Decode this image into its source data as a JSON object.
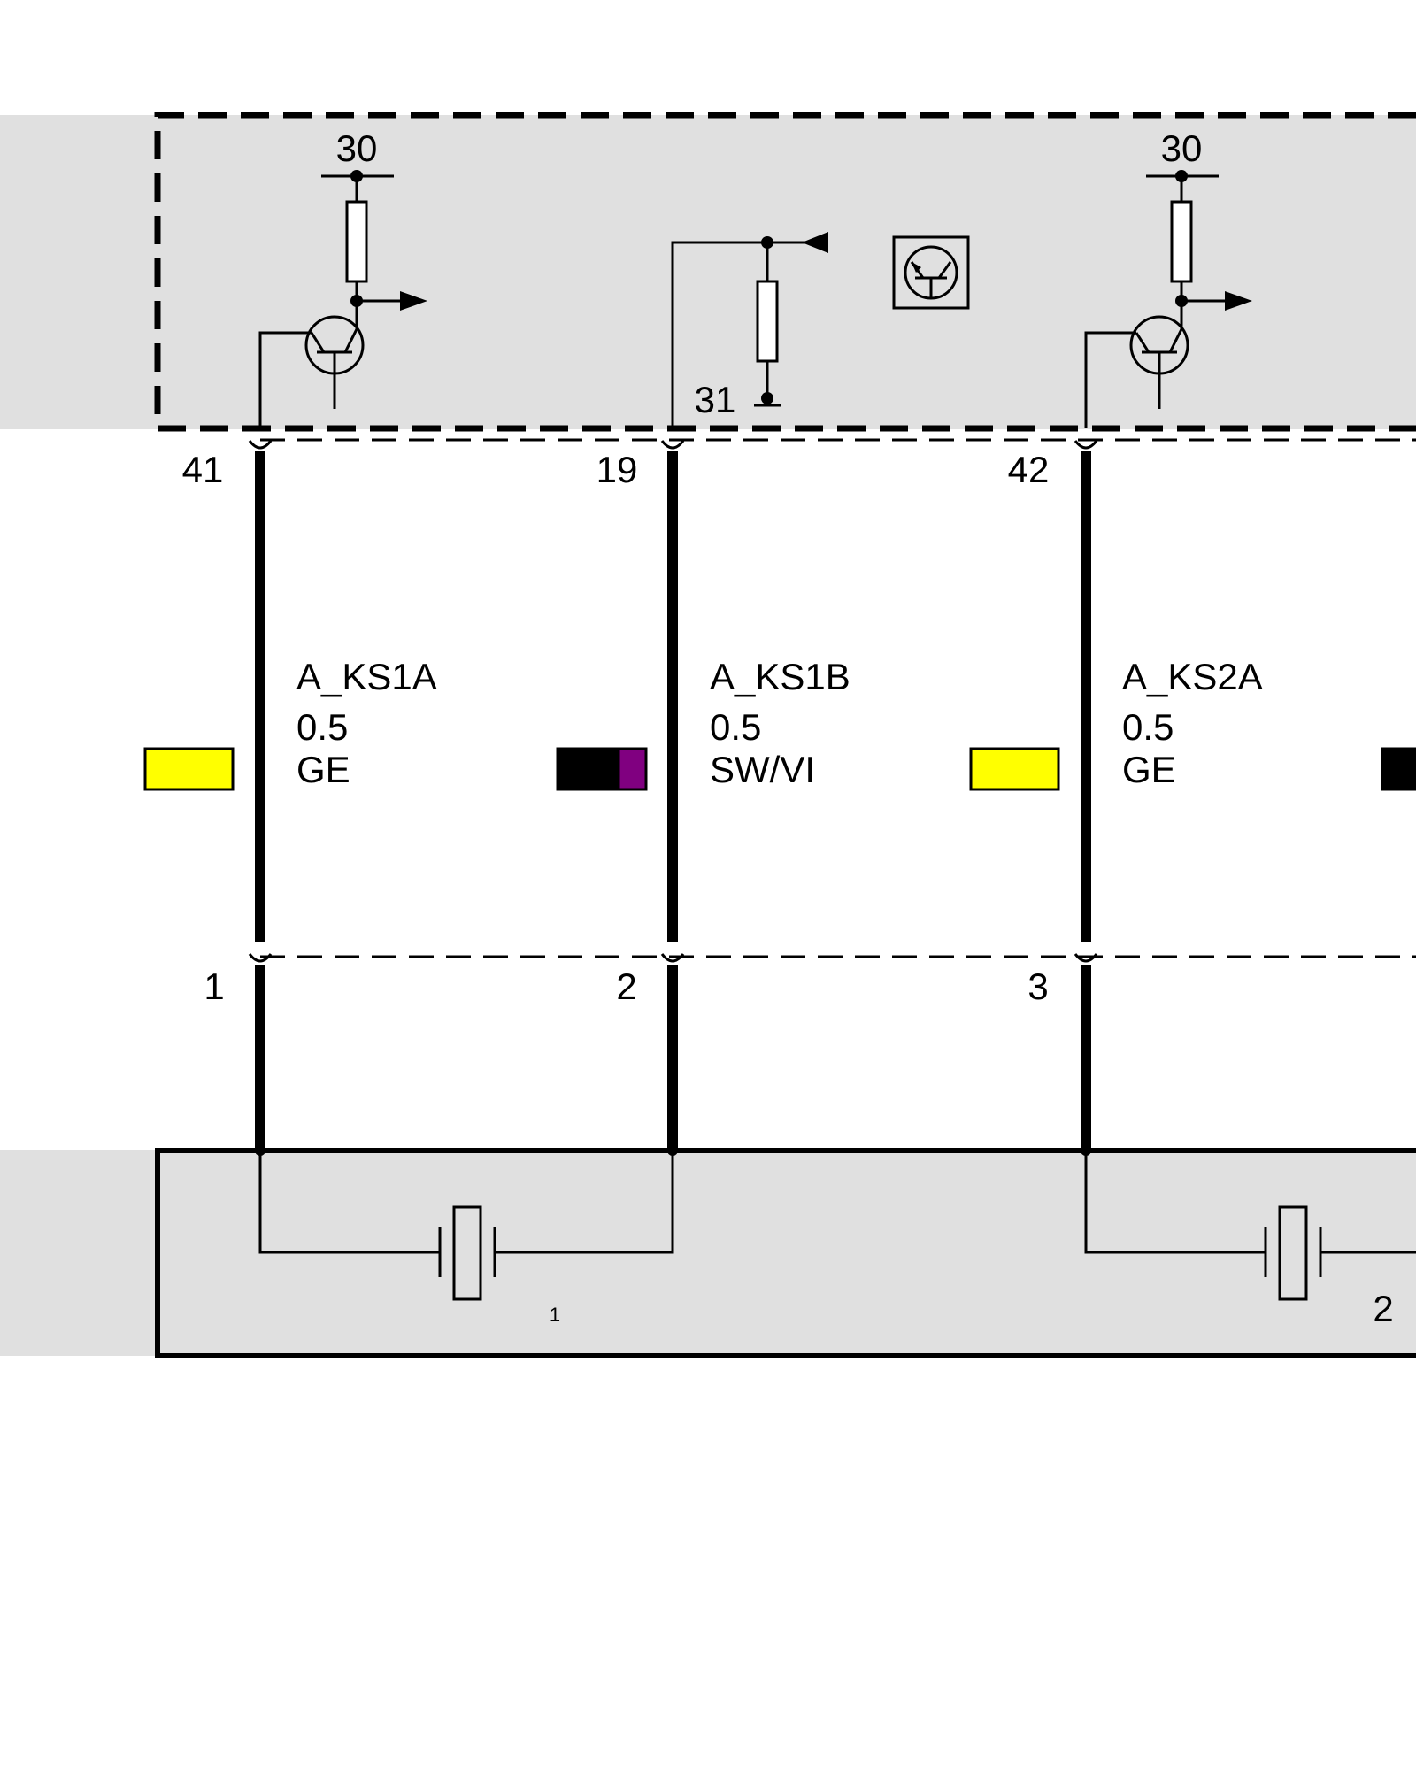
{
  "colors": {
    "module_fill": "#e0e0e0",
    "yellow": "#ffff00",
    "black": "#000000",
    "violet": "#800080"
  },
  "control_unit": {
    "terminal_30_left": "30",
    "terminal_30_right": "30",
    "ground_31": "31",
    "transistor_icon": "transistor-symbol-icon"
  },
  "pins_top": [
    "41",
    "19",
    "42"
  ],
  "pins_bottom": [
    "1",
    "2",
    "3"
  ],
  "wires": [
    {
      "name": "A_KS1A",
      "size": "0.5",
      "color_code": "GE"
    },
    {
      "name": "A_KS1B",
      "size": "0.5",
      "color_code": "SW/VI"
    },
    {
      "name": "A_KS2A",
      "size": "0.5",
      "color_code": "GE"
    }
  ],
  "sensors": {
    "sensor_1_label": "1",
    "sensor_2_label": "2"
  }
}
